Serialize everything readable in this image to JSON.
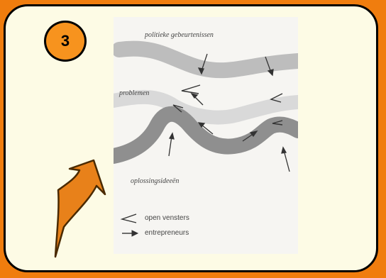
{
  "step_number": "3",
  "diagram": {
    "streams": {
      "politics": "politieke gebeurtenissen",
      "problems": "problemen",
      "solutions": "oplossingsideeën"
    },
    "legend": [
      {
        "icon": "open-angle-symbol",
        "label": "open vensters"
      },
      {
        "icon": "arrow-symbol",
        "label": "entrepreneurs"
      }
    ]
  },
  "colors": {
    "slide_bg": "#f07d0e",
    "panel_bg": "#fdfbe5",
    "badge_fill": "#f7931e",
    "stream_politics": "#bdbdbd",
    "stream_problems": "#d9d9d9",
    "stream_solutions": "#8f8f8f",
    "big_arrow": "#e8811a"
  }
}
